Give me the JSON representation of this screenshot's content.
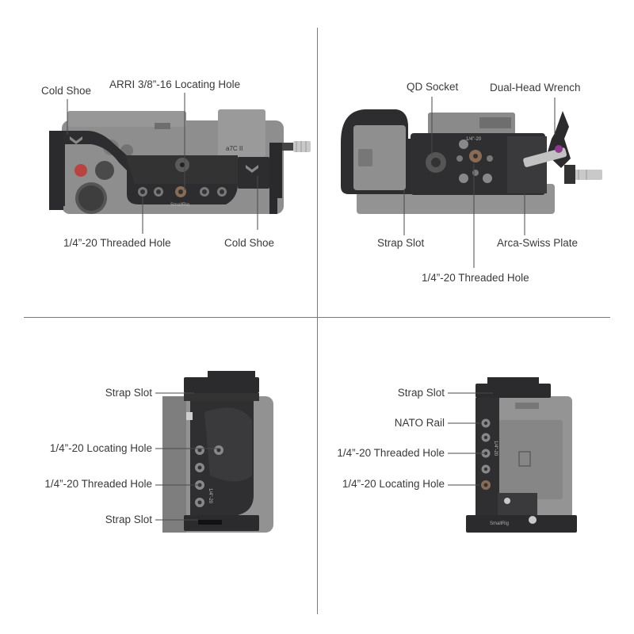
{
  "panels": {
    "top_left": {
      "labels": {
        "cold_shoe_left": "Cold Shoe",
        "arri_hole": "ARRI 3/8”-16 Locating Hole",
        "threaded_hole": "1/4”-20 Threaded Hole",
        "cold_shoe_right": "Cold Shoe"
      },
      "engravings": {
        "brand": "SmallRig",
        "model": "a7C II"
      }
    },
    "top_right": {
      "labels": {
        "qd_socket": "QD Socket",
        "dual_head_wrench": "Dual-Head Wrench",
        "strap_slot": "Strap Slot",
        "arca_swiss_plate": "Arca-Swiss Plate",
        "threaded_hole": "1/4”-20 Threaded Hole"
      },
      "engravings": {
        "thread": "1/4\"-20"
      }
    },
    "bottom_left": {
      "labels": {
        "strap_slot_top": "Strap Slot",
        "locating_hole": "1/4”-20 Locating Hole",
        "threaded_hole": "1/4”-20 Threaded Hole",
        "strap_slot_bottom": "Strap Slot"
      },
      "engravings": {
        "thread": "1/4\"-20"
      }
    },
    "bottom_right": {
      "labels": {
        "strap_slot": "Strap Slot",
        "nato_rail": "NATO Rail",
        "threaded_hole": "1/4”-20 Threaded Hole",
        "locating_hole": "1/4”-20 Locating Hole"
      },
      "engravings": {
        "thread": "1/4\"-20",
        "brand": "SmallRig"
      }
    }
  },
  "colors": {
    "cage_metal": "#2b2b2d",
    "camera_body": "#8c8c8c",
    "divider": "#7a7a7a",
    "label_text": "#3a3a3a",
    "accent_red": "#b8433f"
  }
}
